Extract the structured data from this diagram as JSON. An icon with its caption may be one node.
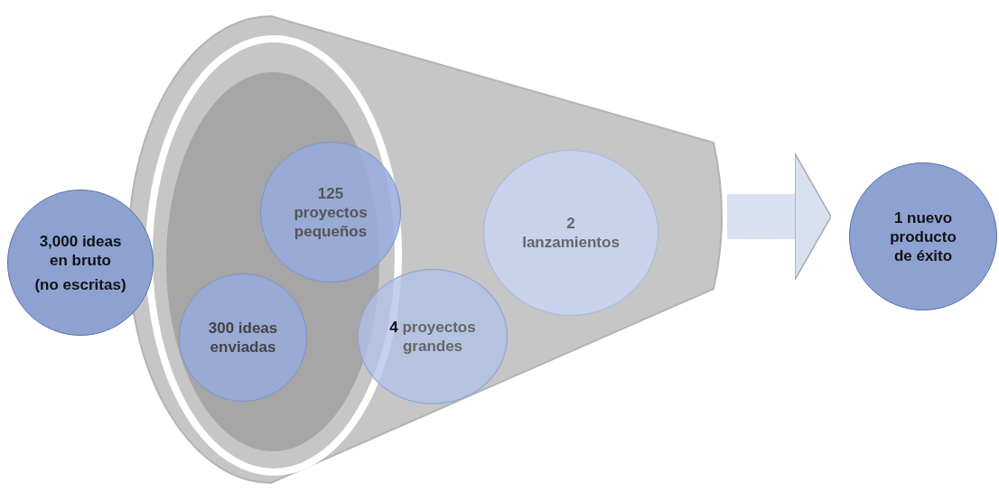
{
  "diagram": {
    "nodes": [
      {
        "text": [],
        "shape": "funnel"
      },
      {
        "text": [
          "3,000 ideas en bruto",
          "(no escritas)"
        ]
      },
      {
        "text": [
          "300 ideas enviadas"
        ],
        "in": 0
      },
      {
        "text": [
          "125 proyectos pequeños"
        ],
        "in": 0
      },
      {
        "text": [
          "**4** proyectos grandes"
        ],
        "in": 0
      },
      {
        "text": [
          "2 lanzamientos"
        ],
        "in": 0
      },
      {
        "text": [
          "1 nuevo producto de éxito"
        ]
      }
    ],
    "edges": [
      {
        "from": 0,
        "to": 6,
        "arrow": "to"
      }
    ]
  }
}
